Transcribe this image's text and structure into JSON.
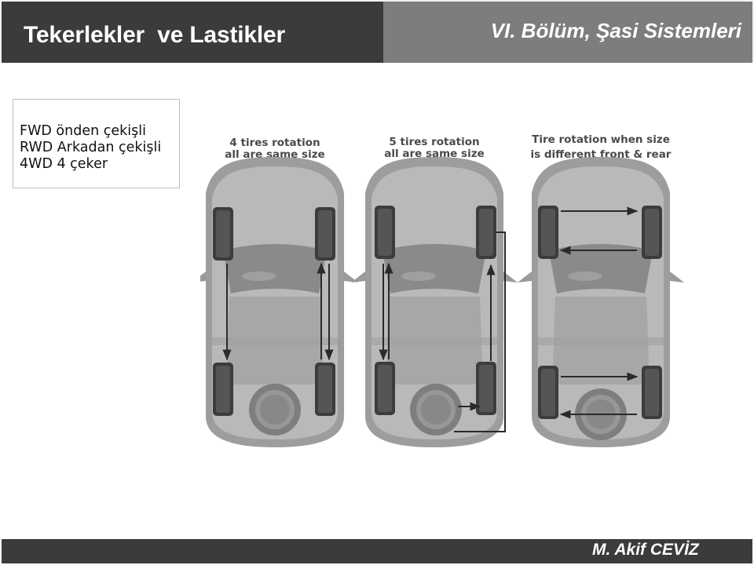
{
  "header": {
    "title": "Tekerlekler  ve Lastikler",
    "section": "VI. Bölüm, Şasi Sistemleri"
  },
  "textbox": {
    "lines": [
      "FWD önden çekişli",
      "RWD Arkadan çekişli",
      "4WD 4 çeker"
    ]
  },
  "figure": {
    "panels": [
      {
        "caption_line1": "4 tires rotation",
        "caption_line2": "all are same size"
      },
      {
        "caption_line1": "5 tires rotation",
        "caption_line2": "all are same size"
      },
      {
        "caption_line1": "Tire rotation when size",
        "caption_line2": "is different front & rear"
      }
    ]
  },
  "footer": {
    "author": "M. Akif CEVİZ"
  }
}
